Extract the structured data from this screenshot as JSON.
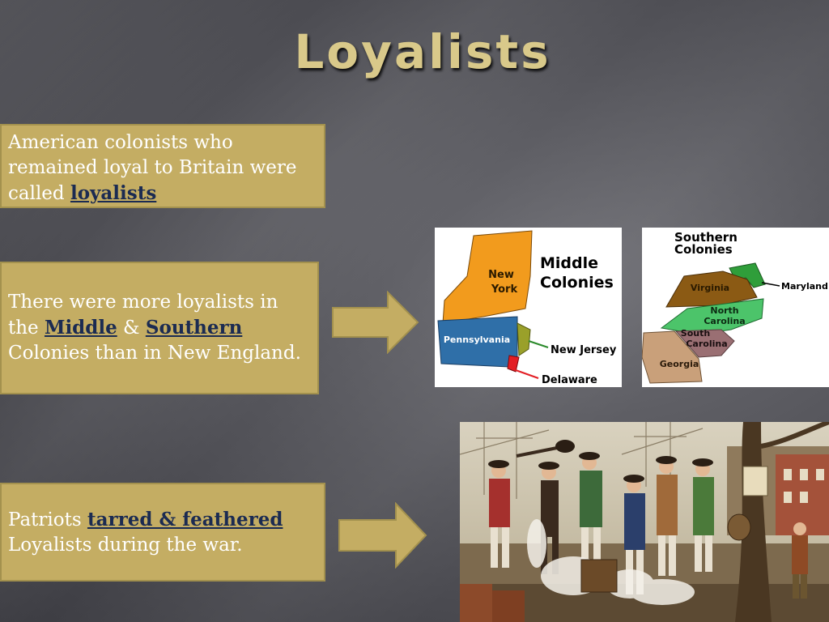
{
  "slide": {
    "title": "Loyalists",
    "colors": {
      "box_fill": "#c4ad63",
      "title_text": "#d9c98a",
      "highlight_text": "#1b2b52"
    }
  },
  "box1": {
    "text_pre": "American colonists who remained loyal to Britain were called ",
    "highlight": "loyalists"
  },
  "box2": {
    "text_pre": "There were more loyalists in the ",
    "highlight1": "Middle",
    "joiner": " & ",
    "highlight2": "Southern",
    "text_post": " Colonies than in New England."
  },
  "box3": {
    "text_pre": "Patriots ",
    "highlight": "tarred & feathered",
    "text_post": " Loyalists during the war."
  },
  "map_middle": {
    "title_line1": "Middle",
    "title_line2": "Colonies",
    "labels": {
      "ny_line1": "New",
      "ny_line2": "York",
      "pa": "Pennsylvania",
      "nj": "New Jersey",
      "de": "Delaware"
    },
    "colors": {
      "new_york": "#f29b1d",
      "pennsylvania": "#2f6fa8",
      "new_jersey": "#9aa02a",
      "delaware": "#e31e24"
    }
  },
  "map_southern": {
    "title_line1": "Southern",
    "title_line2": "Colonies",
    "labels": {
      "va": "Virginia",
      "md": "Maryland",
      "nc_line1": "North",
      "nc_line2": "Carolina",
      "sc_line1": "South",
      "sc_line2": "Carolina",
      "ga": "Georgia"
    },
    "colors": {
      "virginia": "#8b5a14",
      "maryland": "#2f9e3a",
      "north_carolina": "#4cc46a",
      "south_carolina": "#9a6f73",
      "georgia": "#c9a07a"
    }
  },
  "icons": {
    "arrow": "right-arrow-icon"
  }
}
